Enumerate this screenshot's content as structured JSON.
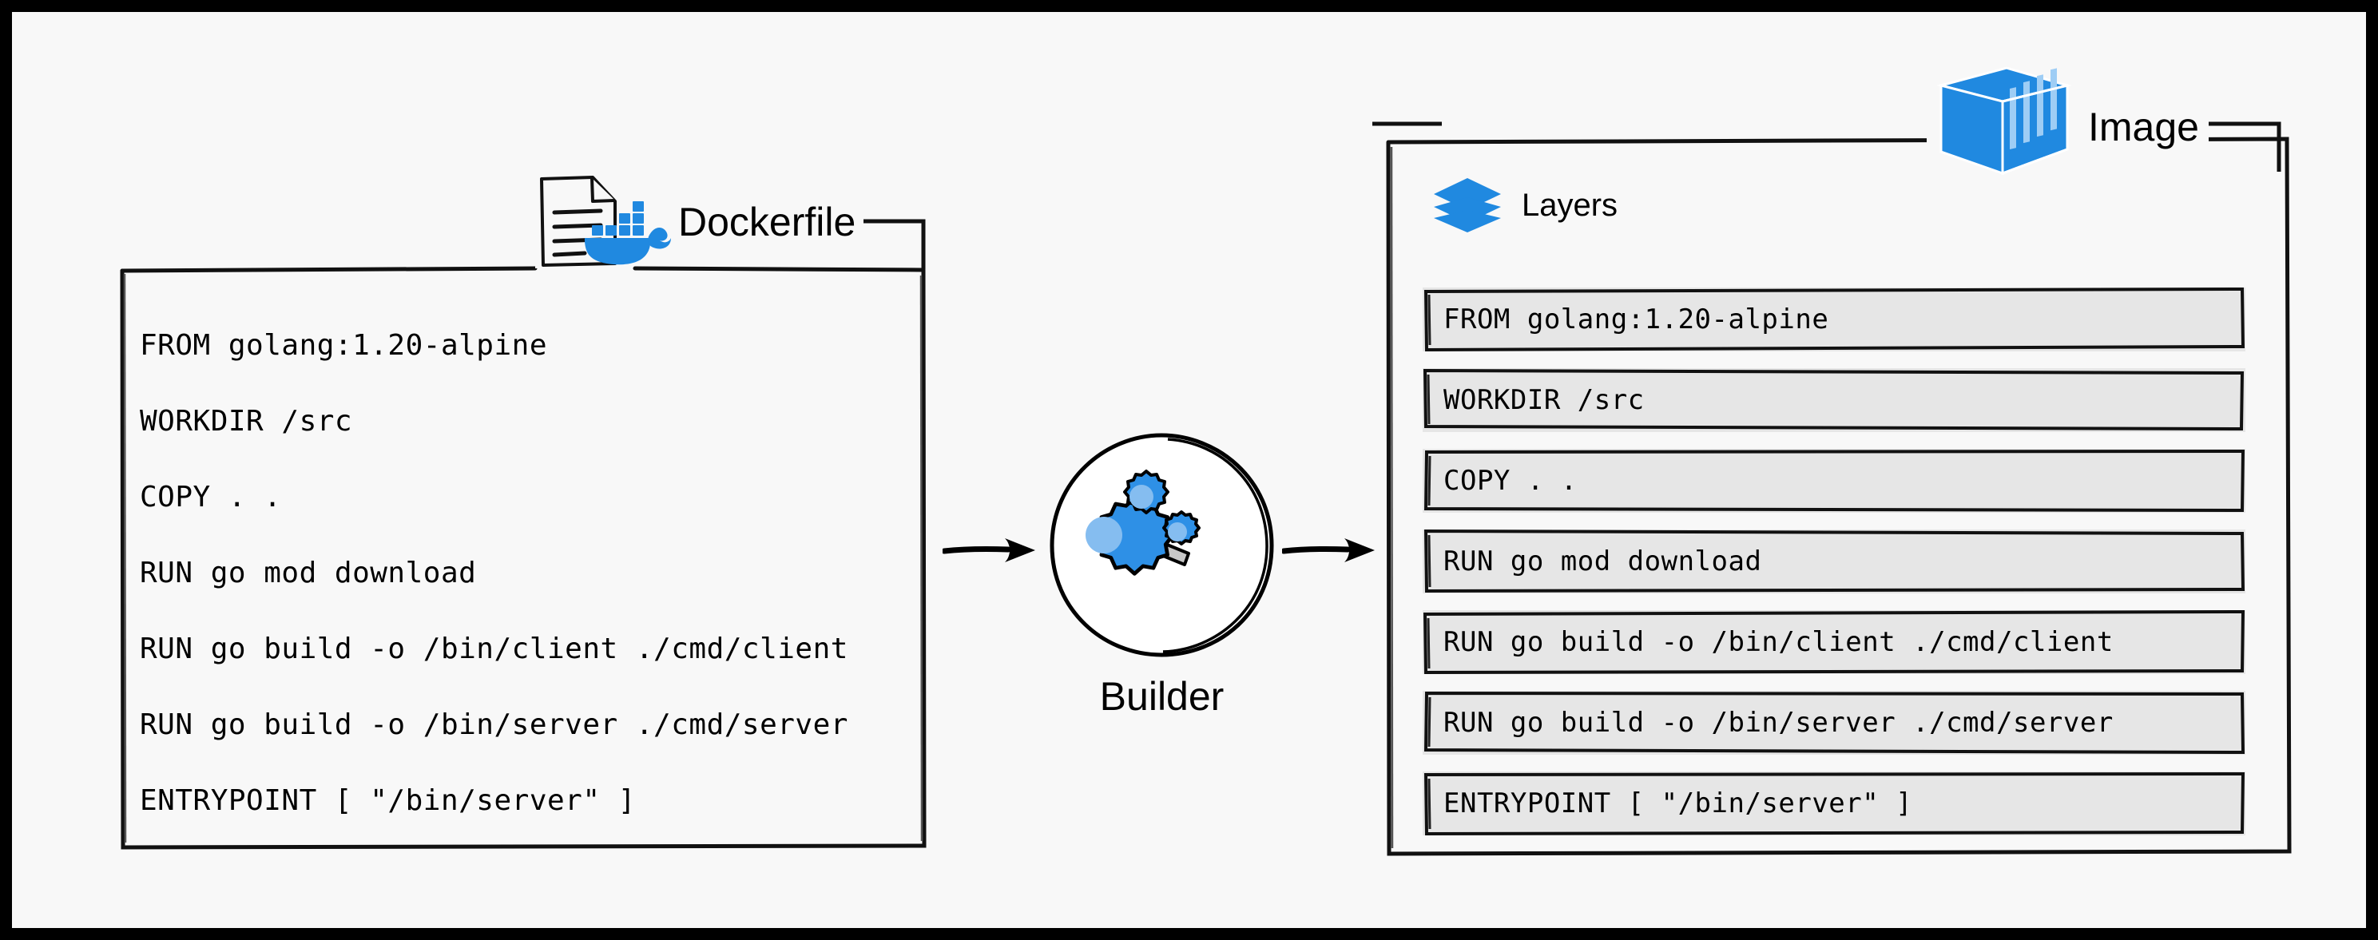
{
  "canvas": {
    "background": "#f8f8f8",
    "frame_color": "#000000",
    "accent_blue": "#2089e0",
    "layer_fill": "#e6e6e6",
    "stroke": "#000000"
  },
  "dockerfile": {
    "label": "Dockerfile",
    "icons": {
      "document": "document-icon",
      "docker": "docker-whale-icon"
    },
    "lines": [
      "FROM golang:1.20-alpine",
      "WORKDIR /src",
      "COPY . .",
      "RUN go mod download",
      "RUN go build -o /bin/client ./cmd/client",
      "RUN go build -o /bin/server ./cmd/server",
      "ENTRYPOINT [ \"/bin/server\" ]"
    ]
  },
  "builder": {
    "label": "Builder",
    "icon": "gears-wrench-icon"
  },
  "arrows": {
    "left": "arrow-right-icon",
    "right": "arrow-right-icon"
  },
  "image": {
    "label": "Image",
    "icon": "shipping-container-icon",
    "layers_label": "Layers",
    "layers_icon": "layers-stack-icon",
    "layers": [
      "FROM golang:1.20-alpine",
      "WORKDIR /src",
      "COPY . .",
      "RUN go mod download",
      "RUN go build -o /bin/client ./cmd/client",
      "RUN go build -o /bin/server ./cmd/server",
      "ENTRYPOINT [ \"/bin/server\" ]"
    ]
  }
}
